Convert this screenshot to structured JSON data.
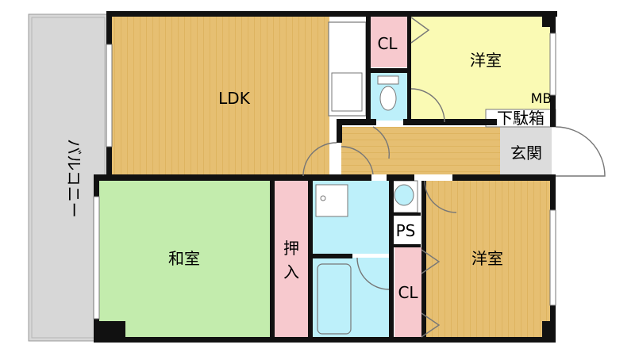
{
  "rooms": {
    "balcony": "バルコニー",
    "ldk": "LDK",
    "western_top": "洋室",
    "cl_top": "CL",
    "mb": "MB",
    "shoe_box": "下駄箱",
    "entrance": "玄関",
    "washitsu": "和室",
    "oshiire_1": "押",
    "oshiire_2": "入",
    "ps": "PS",
    "cl_bottom": "CL",
    "western_bottom": "洋室"
  },
  "colors": {
    "wood_floor": "#e6bf72",
    "wood_stripe": "#d7a94f",
    "western_top": "#fafab4",
    "closet": "#f7c9ce",
    "water": "#bdf0fa",
    "washitsu": "#c3ecad",
    "balcony": "#d7d7d7",
    "entrance": "#dcdcdc",
    "wall": "#111111"
  }
}
